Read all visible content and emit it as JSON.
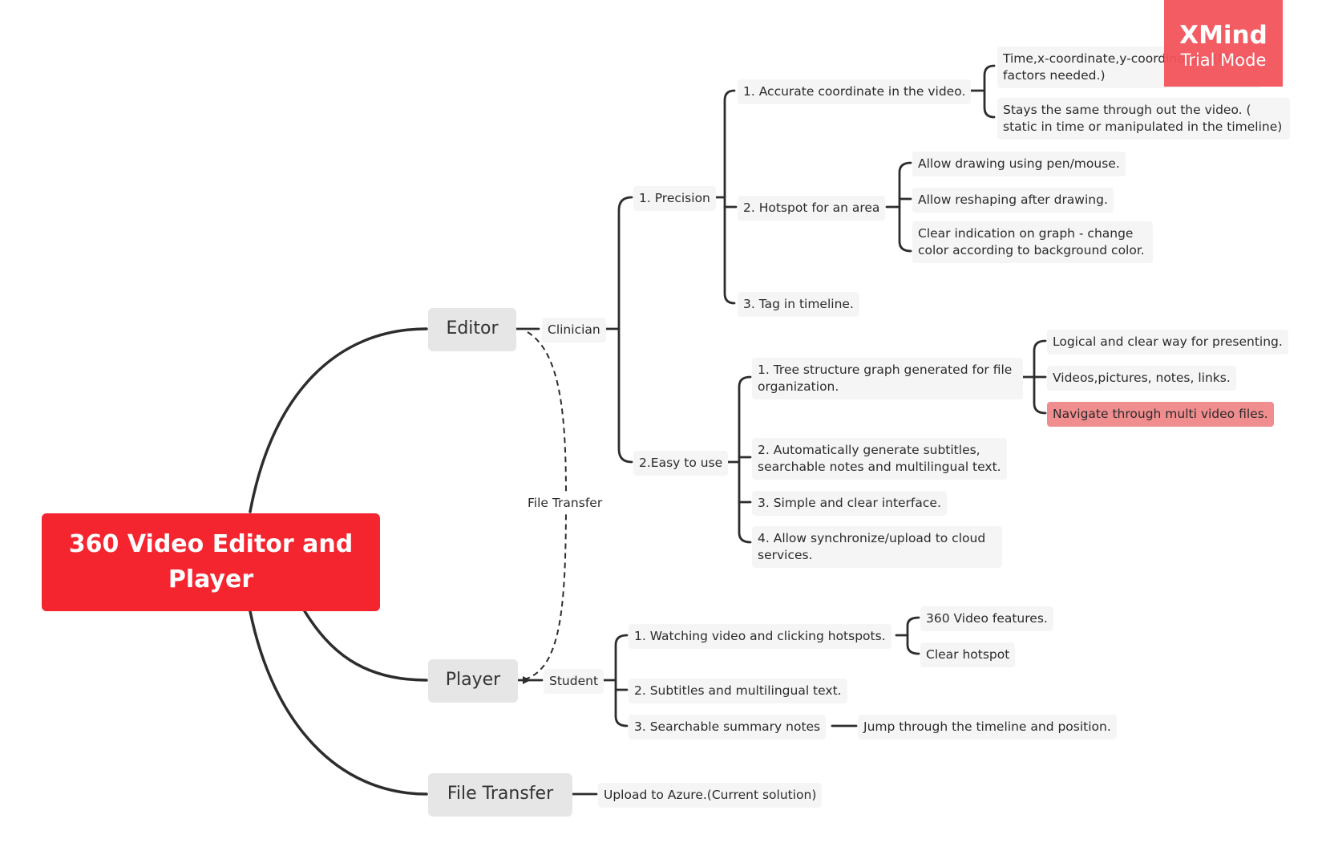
{
  "root": {
    "title": "360 Video Editor and Player"
  },
  "branches": {
    "editor": {
      "label": "Editor",
      "role": "Clinician"
    },
    "player": {
      "label": "Player",
      "role": "Student"
    },
    "file_transfer": {
      "label": "File Transfer",
      "child": "Upload to Azure.(Current solution)"
    }
  },
  "relationship_label": "File Transfer",
  "editor_nodes": {
    "precision": "1. Precision",
    "accurate": "1. Accurate coordinate in the video.",
    "time_coord": "Time,x-coordinate,y-coordinate... (More factors needed.)",
    "stays_same": "Stays the same through out the video. ( static in time or manipulated in the timeline)",
    "hotspot_area": "2. Hotspot for an area",
    "allow_drawing": "Allow drawing using pen/mouse.",
    "allow_reshaping": "Allow reshaping after drawing.",
    "clear_indication": "Clear indication on graph - change color according to background color.",
    "tag_timeline": "3. Tag in timeline.",
    "easy": "2.Easy to use",
    "tree_structure": "1. Tree structure graph generated for file organization.",
    "logical": "Logical and clear way for presenting.",
    "videos_pictures": "Videos,pictures, notes, links.",
    "navigate": "Navigate through multi video files.",
    "auto_subtitles": "2. Automatically generate subtitles, searchable notes and multilingual text.",
    "simple_interface": "3. Simple and clear interface.",
    "sync_cloud": "4. Allow synchronize/upload to cloud services."
  },
  "player_nodes": {
    "watching": "1. Watching video and clicking hotspots.",
    "features": "360 Video features.",
    "clear_hotspot": "Clear hotspot",
    "subtitles": "2. Subtitles and multilingual text.",
    "searchable": "3. Searchable summary notes",
    "jump": "Jump through the timeline and position."
  },
  "watermark": {
    "brand": "XMind",
    "mode": "Trial Mode"
  },
  "colors": {
    "root": "#f52530",
    "highlight": "#f08d8f",
    "line": "#2d2d2d",
    "watermark": "#f4545c"
  }
}
